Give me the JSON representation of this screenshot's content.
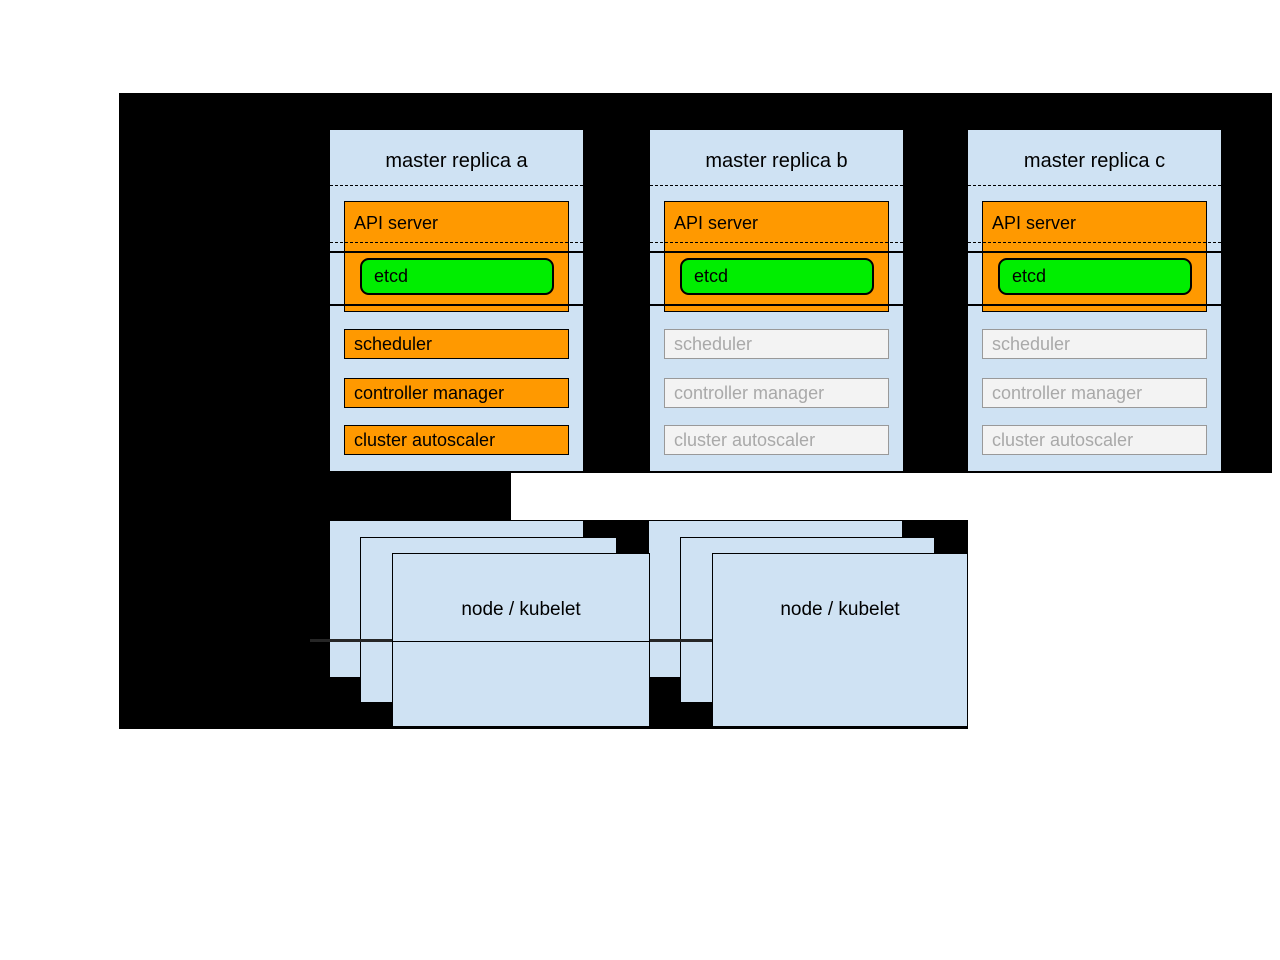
{
  "diagram": {
    "masters": [
      {
        "title": "master replica a",
        "api_server": "API server",
        "etcd": "etcd",
        "components": [
          "scheduler",
          "controller manager",
          "cluster autoscaler"
        ],
        "state": "active"
      },
      {
        "title": "master replica b",
        "api_server": "API server",
        "etcd": "etcd",
        "components": [
          "scheduler",
          "controller manager",
          "cluster autoscaler"
        ],
        "state": "inactive"
      },
      {
        "title": "master replica c",
        "api_server": "API server",
        "etcd": "etcd",
        "components": [
          "scheduler",
          "controller manager",
          "cluster autoscaler"
        ],
        "state": "inactive"
      }
    ],
    "node_groups": [
      {
        "label": "node / kubelet",
        "stacked_boxes": 3
      },
      {
        "label": "node / kubelet",
        "stacked_boxes": 3
      }
    ],
    "colors": {
      "background": "#000000",
      "box_fill": "#CFE2F3",
      "active_component_fill": "#FF9900",
      "etcd_fill": "#00EE00",
      "inactive_component_fill": "#F3F3F3",
      "inactive_component_border": "#999999",
      "inactive_component_text": "#A9A9A9"
    }
  }
}
